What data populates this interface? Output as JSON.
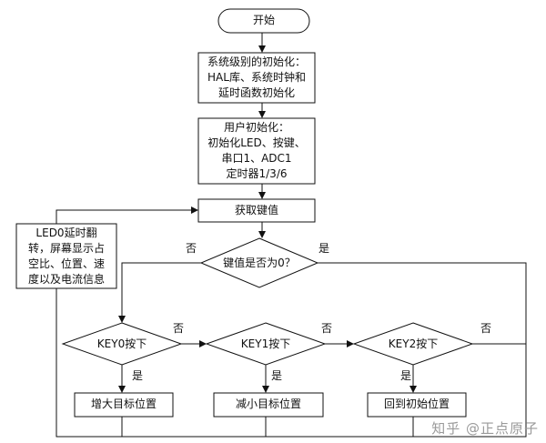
{
  "nodes": {
    "start": "开始",
    "sys_init": [
      "系统级别的初始化：",
      "HAL库、系统时钟和",
      "延时函数初始化"
    ],
    "user_init": [
      "用户初始化：",
      "初始化LED、按键、",
      "串口1、ADC1",
      "定时器1/3/6"
    ],
    "get_key": "获取键值",
    "key_check": "键值是否为0？",
    "led_box": [
      "LED0延时翻",
      "转，屏幕显示占",
      "空比、位置、速",
      "度以及电流信息"
    ],
    "key0": "KEY0按下",
    "key1": "KEY1按下",
    "key2": "KEY2按下",
    "inc": "增大目标位置",
    "dec": "减小目标位置",
    "back": "回到初始位置"
  },
  "branch_labels": {
    "no": "否",
    "yes": "是"
  },
  "watermark": "知乎 @正点原子"
}
